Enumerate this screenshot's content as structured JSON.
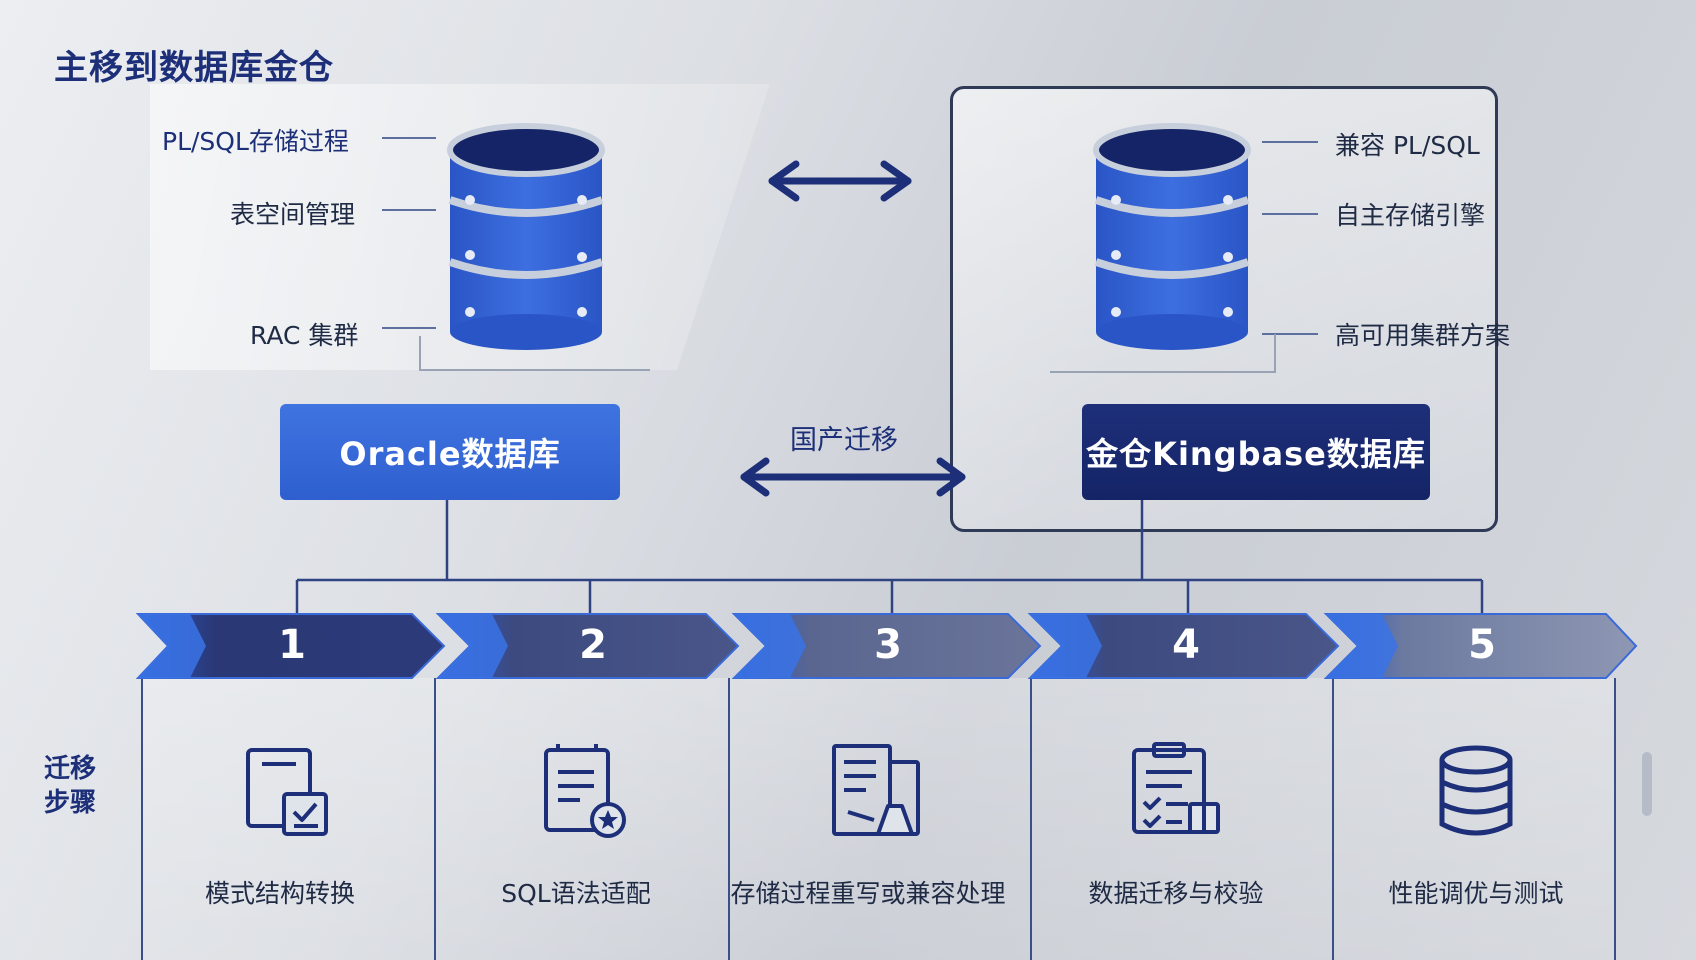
{
  "title": "主移到数据库金仓",
  "source_db": {
    "name": "Oracle数据库",
    "features": [
      "PL/SQL存储过程",
      "表空间管理",
      "RAC 集群"
    ]
  },
  "target_db": {
    "name": "金仓Kingbase数据库",
    "features": [
      "兼容 PL/SQL",
      "自主存储引擎",
      "高可用集群方案"
    ]
  },
  "migration_label": "国产迁移",
  "steps_label": "迁移\n步骤",
  "steps": [
    {
      "num": "1",
      "label": "模式结构转换",
      "icon": "schema-convert-icon"
    },
    {
      "num": "2",
      "label": "SQL语法适配",
      "icon": "sql-adapt-icon"
    },
    {
      "num": "3",
      "label": "存储过程重写或兼容处理",
      "icon": "procedure-rewrite-icon"
    },
    {
      "num": "4",
      "label": "数据迁移与校验",
      "icon": "data-verify-icon"
    },
    {
      "num": "5",
      "label": "性能调优与测试",
      "icon": "database-icon"
    }
  ],
  "colors": {
    "navy": "#142466",
    "blue": "#2f5fcf",
    "text": "#1c2f78"
  }
}
